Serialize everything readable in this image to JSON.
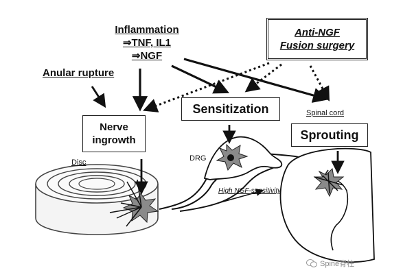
{
  "inflammation": {
    "title": "Inflammation",
    "line2": "⇒TNF, IL1",
    "line3": "⇒NGF"
  },
  "anti_ngf": {
    "line1": "Anti-NGF",
    "line2": "Fusion surgery"
  },
  "anular_rupture": "Anular rupture",
  "nerve_ingrowth": {
    "line1": "Nerve",
    "line2": "ingrowth"
  },
  "sensitization": "Sensitization",
  "spinal_cord": "Spinal cord",
  "sprouting": "Sprouting",
  "disc": "Disc",
  "drg": "DRG",
  "high_ngf": "High NGF-sensitivity",
  "watermark": "Spine脊柱"
}
